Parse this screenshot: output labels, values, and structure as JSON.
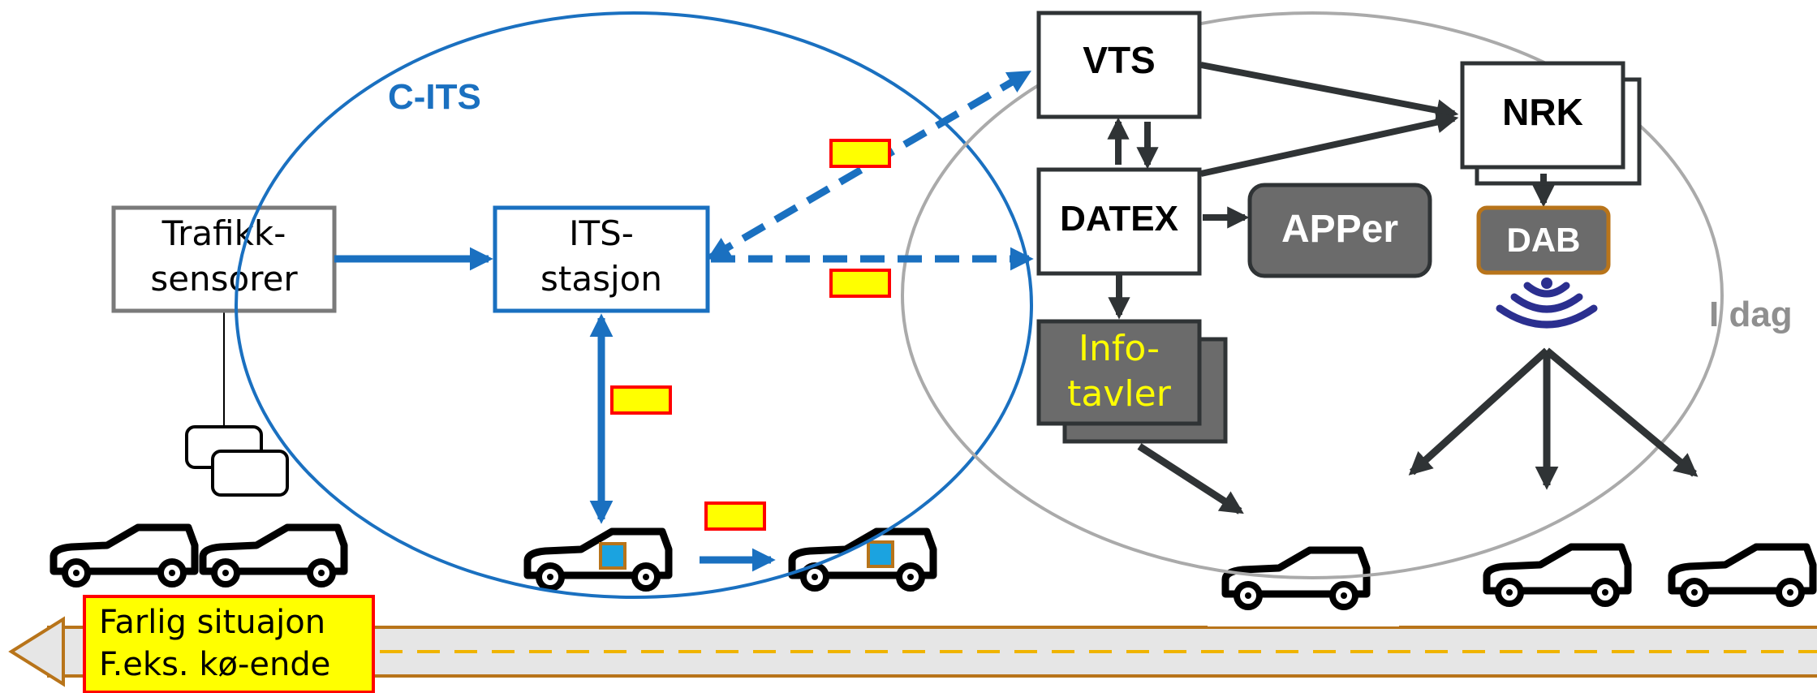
{
  "labels": {
    "cits": "C-ITS",
    "idag": "I dag",
    "trafikk_line1": "Trafikk-",
    "trafikk_line2": "sensorer",
    "its_line1": "ITS-",
    "its_line2": "stasjon",
    "vts": "VTS",
    "nrk": "NRK",
    "datex": "DATEX",
    "apper": "APPer",
    "dab": "DAB",
    "info_line1": "Info-",
    "info_line2": "tavler",
    "warning_line1": "Farlig situajon",
    "warning_line2": "F.eks. kø-ende"
  },
  "colors": {
    "cits_blue": "#1a70c0",
    "gray_ellipse": "#aaaaaa",
    "dark_arrow": "#2f3335",
    "box_dark_fill": "#6b6b6b",
    "info_text": "#ffff00",
    "message_fill": "#ffff00",
    "message_border": "#ff0000",
    "dab_border": "#b8741a",
    "road_fill": "#e6e6e6",
    "road_border": "#b8741a",
    "lane_dash": "#f0b400",
    "broadcast_icon": "#2b2f8f"
  }
}
